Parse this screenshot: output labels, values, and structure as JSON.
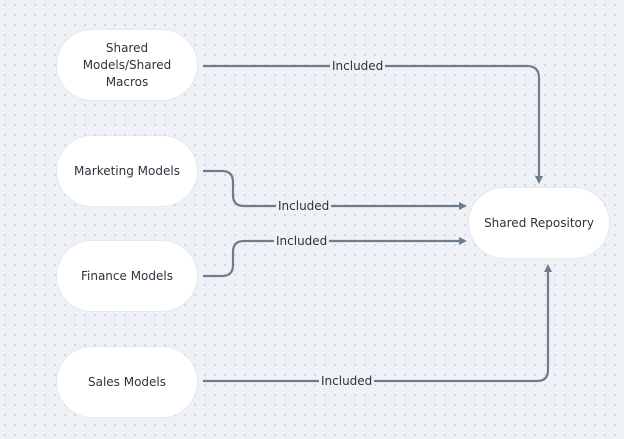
{
  "nodes": {
    "shared_models": {
      "lines": [
        "Shared",
        "Models/Shared",
        "Macros"
      ]
    },
    "marketing": {
      "label": "Marketing Models"
    },
    "finance": {
      "label": "Finance Models"
    },
    "sales": {
      "label": "Sales Models"
    },
    "repository": {
      "label": "Shared Repository"
    }
  },
  "edges": [
    {
      "from": "shared_models",
      "to": "repository",
      "label": "Included"
    },
    {
      "from": "marketing",
      "to": "repository",
      "label": "Included"
    },
    {
      "from": "finance",
      "to": "repository",
      "label": "Included"
    },
    {
      "from": "sales",
      "to": "repository",
      "label": "Included"
    }
  ],
  "colors": {
    "edge": "#6f7c8b",
    "node_fill": "#ffffff",
    "background": "#eef2f6"
  }
}
